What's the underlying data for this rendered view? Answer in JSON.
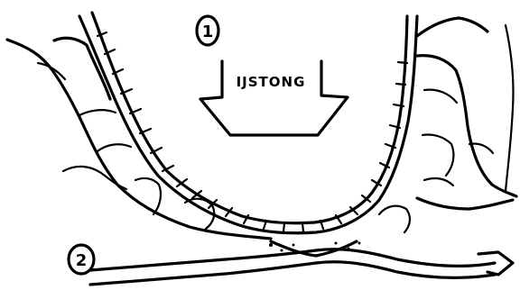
{
  "labels": {
    "step_1": "1",
    "step_2": "2",
    "arrow_text": "IJSTONG"
  },
  "colors": {
    "ink": "#000000",
    "background": "#ffffff"
  }
}
